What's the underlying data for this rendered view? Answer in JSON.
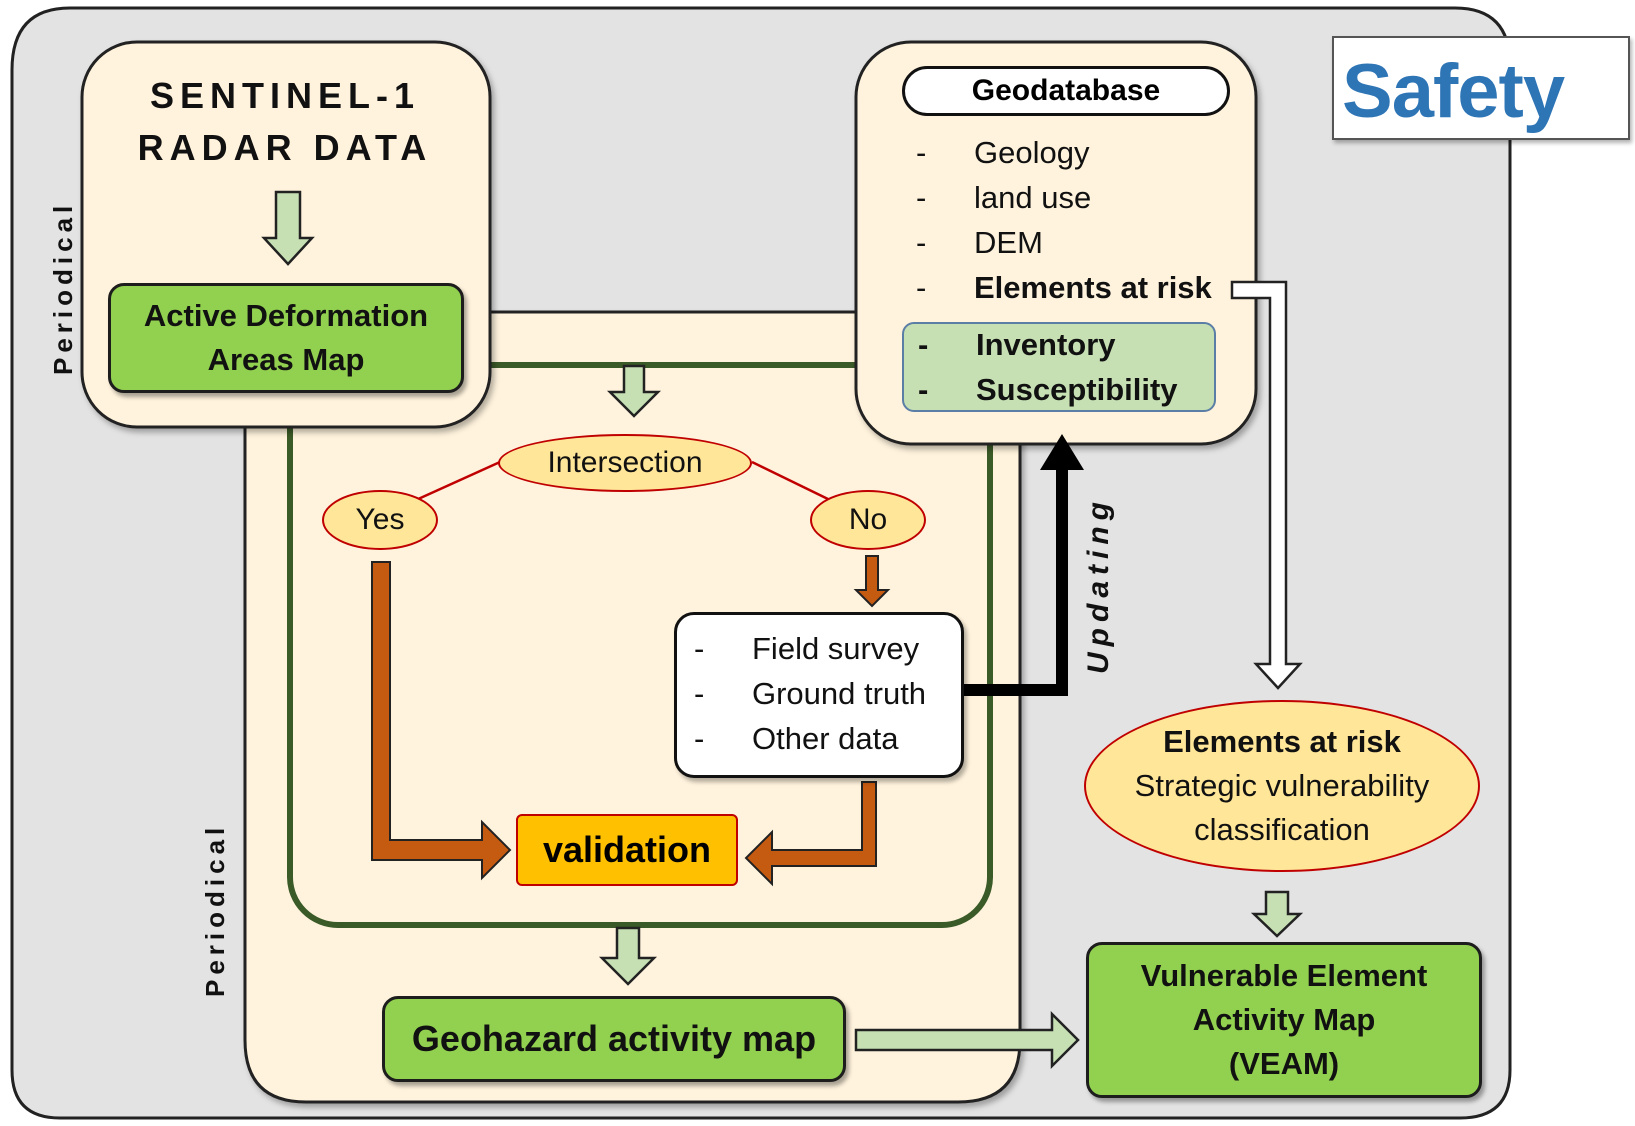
{
  "sentinel_title": [
    "SENTINEL-1",
    "RADAR DATA"
  ],
  "active_deformation_map": [
    "Active Deformation",
    "Areas Map"
  ],
  "periodical_label": "Periodical",
  "geodatabase": {
    "title": "Geodatabase",
    "items": [
      "Geology",
      "land use",
      "DEM",
      "Elements at risk"
    ],
    "highlighted_items": [
      "Inventory",
      "Susceptibility"
    ],
    "dash": "-"
  },
  "logo_text": "Safety",
  "intersection": "Intersection",
  "yes": "Yes",
  "no": "No",
  "field_items": [
    "Field survey",
    "Ground truth",
    "Other data"
  ],
  "updating_label": "Updating",
  "validation": "validation",
  "geohazard_map": "Geohazard activity map",
  "elements_at_risk": {
    "title": "Elements at risk",
    "subtitle_lines": [
      "Strategic vulnerability",
      "classification"
    ]
  },
  "veam": [
    "Vulnerable Element",
    "Activity Map",
    "(VEAM)"
  ],
  "colors": {
    "background_panel": "#e3e3e3",
    "cream_box": "#fff3dd",
    "green_box": "#92d050",
    "light_green": "#c6e0b4",
    "ellipse_fill": "#ffe699",
    "ellipse_border": "#c00000",
    "brown_arrow": "#c55a11",
    "dark_green_line": "#3a5a27",
    "validation_fill": "#ffc000"
  }
}
